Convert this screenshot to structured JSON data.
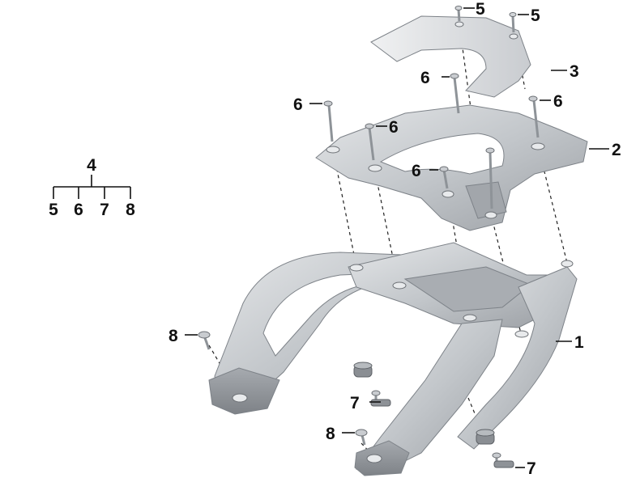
{
  "legend": {
    "parent": "4",
    "children": [
      "5",
      "6",
      "7",
      "8"
    ]
  },
  "callouts": {
    "c1": "1",
    "c2": "2",
    "c3": "3",
    "c5a": "5",
    "c5b": "5",
    "c6a": "6",
    "c6b": "6",
    "c6c": "6",
    "c6d": "6",
    "c6e": "6",
    "c7a": "7",
    "c7b": "7",
    "c8a": "8",
    "c8b": "8"
  },
  "colors": {
    "part_light": "#d9dcdf",
    "part_mid": "#b3b7bb",
    "part_dark": "#8d9196"
  }
}
